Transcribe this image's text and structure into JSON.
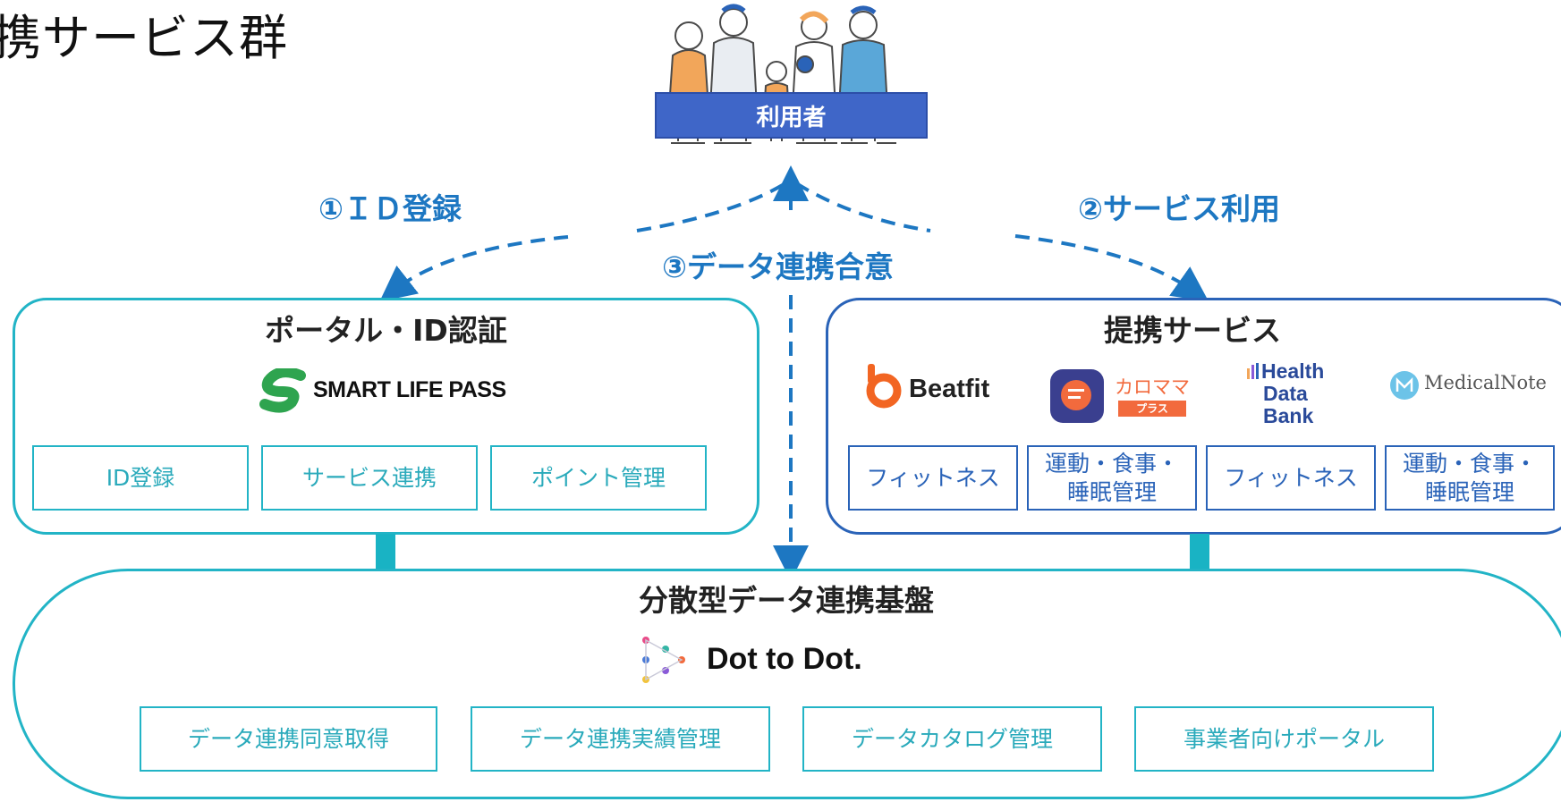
{
  "title": "携サービス群",
  "user_label": "利用者",
  "steps": {
    "id_registration": "①ＩＤ登録",
    "service_use": "②サービス利用",
    "data_consent": "③データ連携合意"
  },
  "portal": {
    "title": "ポータル・ID認証",
    "logo_text": "SMART LIFE PASS",
    "cells": [
      "ID登録",
      "サービス連携",
      "ポイント管理"
    ]
  },
  "partner": {
    "title": "提携サービス",
    "logos": {
      "beatfit": "Beatfit",
      "caromama": "カロママ",
      "caromama_sub": "プラス",
      "hdb_line1": "Health",
      "hdb_line2": "Data",
      "hdb_line3": "Bank",
      "medicalnote": "MedicalNote"
    },
    "cells": [
      {
        "line1": "フィットネス",
        "line2": ""
      },
      {
        "line1": "運動・食事・",
        "line2": "睡眠管理"
      },
      {
        "line1": "フィットネス",
        "line2": ""
      },
      {
        "line1": "運動・食事・",
        "line2": "睡眠管理"
      }
    ]
  },
  "platform": {
    "title": "分散型データ連携基盤",
    "logo_text": "Dot to Dot.",
    "cells": [
      "データ連携同意取得",
      "データ連携実績管理",
      "データカタログ管理",
      "事業者向けポータル"
    ]
  },
  "colors": {
    "teal": "#22b4c6",
    "blue": "#2a63b8",
    "step_text": "#1d77c2",
    "user_box": "#3f66c8"
  }
}
